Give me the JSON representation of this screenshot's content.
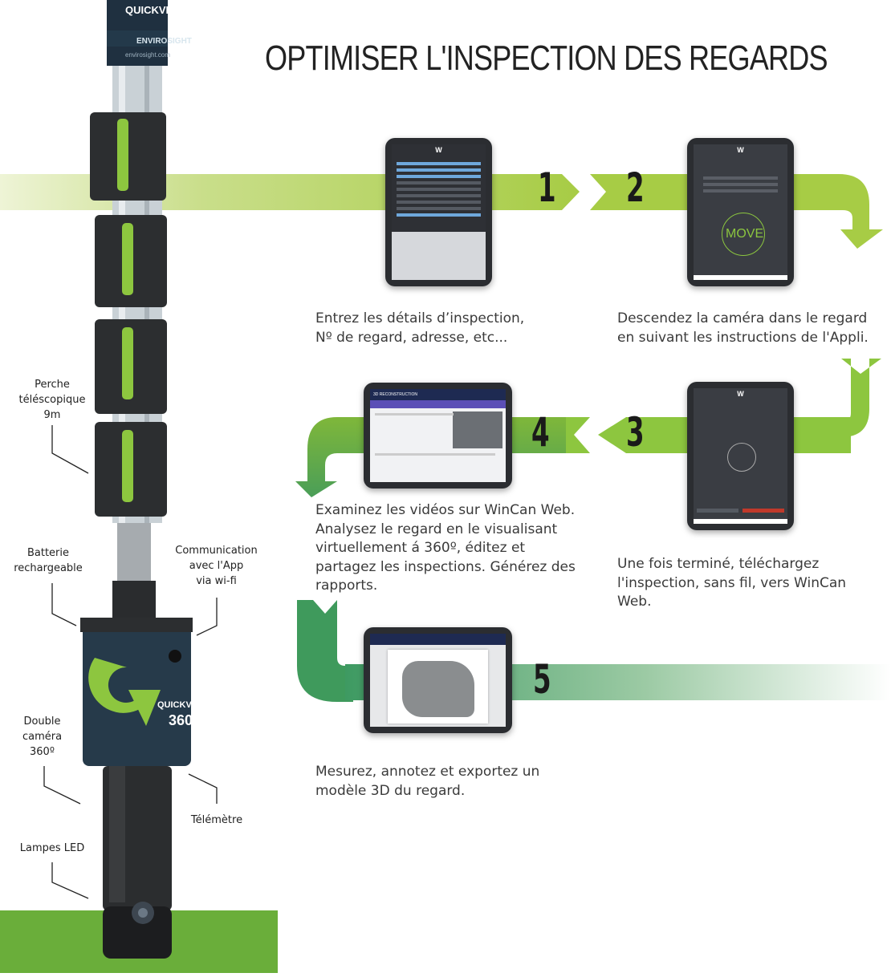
{
  "title": "OPTIMISER L'INSPECTION DES REGARDS",
  "colors": {
    "accent_green": "#8dc63f",
    "dark_green": "#5a9b2e",
    "text": "#3a3a3a",
    "device": "#2b2d31"
  },
  "steps": [
    {
      "number": "1",
      "description_lines": [
        "Entrez les détails d’inspection,",
        "Nº de regard, adresse, etc..."
      ]
    },
    {
      "number": "2",
      "description_lines": [
        "Descendez la caméra dans le regard",
        "en suivant les instructions de l'Appli."
      ]
    },
    {
      "number": "3",
      "description_lines": [
        "Une fois terminé, téléchargez",
        "l'inspection, sans fil, vers WinCan",
        "Web."
      ]
    },
    {
      "number": "4",
      "description_lines": [
        "Examinez les vidéos sur WinCan Web.",
        "Analysez le regard en le visualisant",
        "virtuellement á 360º, éditez et",
        "partagez les inspections. Générez des",
        "rapports."
      ]
    },
    {
      "number": "5",
      "description_lines": [
        "Mesurez, annotez et exportez un",
        "modèle 3D du regard."
      ]
    }
  ],
  "callouts": {
    "pole": [
      "Perche",
      "téléscopique",
      "9m"
    ],
    "battery": [
      "Batterie",
      "rechargeable"
    ],
    "wifi": [
      "Communication",
      "avec l'App",
      "via wi-fi"
    ],
    "camera": [
      "Double",
      "caméra",
      "360º"
    ],
    "rangefinder": [
      "Télémètre"
    ],
    "leds": [
      "Lampes LED"
    ]
  },
  "device": {
    "pole_brand": "QUICKVIEW",
    "pole_company": "ENVIROSIGHT",
    "pole_url": "envirosight.com",
    "head_brand": "QUICKVIEW",
    "head_model": "360"
  },
  "screens": {
    "move_label": "MOVE",
    "app_logo": "W",
    "web_title": "3D RECONSTRUCTION"
  }
}
